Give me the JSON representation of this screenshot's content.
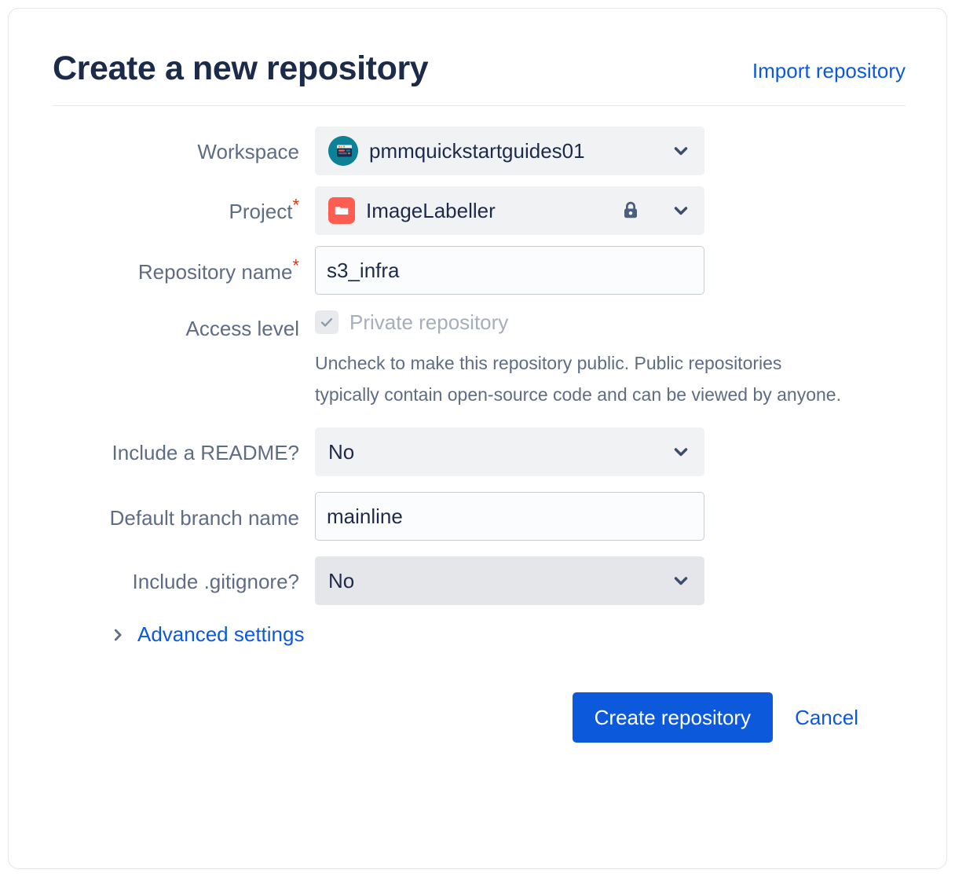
{
  "header": {
    "title": "Create a new repository",
    "import_link": "Import repository"
  },
  "form": {
    "workspace": {
      "label": "Workspace",
      "value": "pmmquickstartguides01",
      "avatar_icon": "workspace-avatar-icon",
      "chevron_icon": "chevron-down-icon"
    },
    "project": {
      "label": "Project",
      "required_mark": "*",
      "value": "ImageLabeller",
      "project_icon": "folder-icon",
      "lock_icon": "lock-icon",
      "chevron_icon": "chevron-down-icon"
    },
    "repository_name": {
      "label": "Repository name",
      "required_mark": "*",
      "value": "s3_infra",
      "placeholder": ""
    },
    "access_level": {
      "label": "Access level",
      "checkbox_label": "Private repository",
      "checked": true,
      "check_icon": "checkmark-icon",
      "helper_text": "Uncheck to make this repository public. Public repositories typically contain open-source code and can be viewed by anyone."
    },
    "include_readme": {
      "label": "Include a README?",
      "value": "No",
      "chevron_icon": "chevron-down-icon"
    },
    "default_branch": {
      "label": "Default branch name",
      "value": "mainline",
      "placeholder": ""
    },
    "include_gitignore": {
      "label": "Include .gitignore?",
      "value": "No",
      "chevron_icon": "chevron-down-icon"
    },
    "advanced_settings": {
      "label": "Advanced settings",
      "chevron_icon": "chevron-right-icon"
    }
  },
  "footer": {
    "submit_label": "Create repository",
    "cancel_label": "Cancel"
  },
  "colors": {
    "accent_blue": "#0C5ADB",
    "title_navy": "#1D2B4B",
    "label_grey": "#5E6C84",
    "required_red": "#DE350B",
    "project_icon_red": "#FF5D52",
    "avatar_teal": "#0D8297",
    "field_grey": "#F1F2F4",
    "field_grey_dark": "#E4E6EA"
  }
}
